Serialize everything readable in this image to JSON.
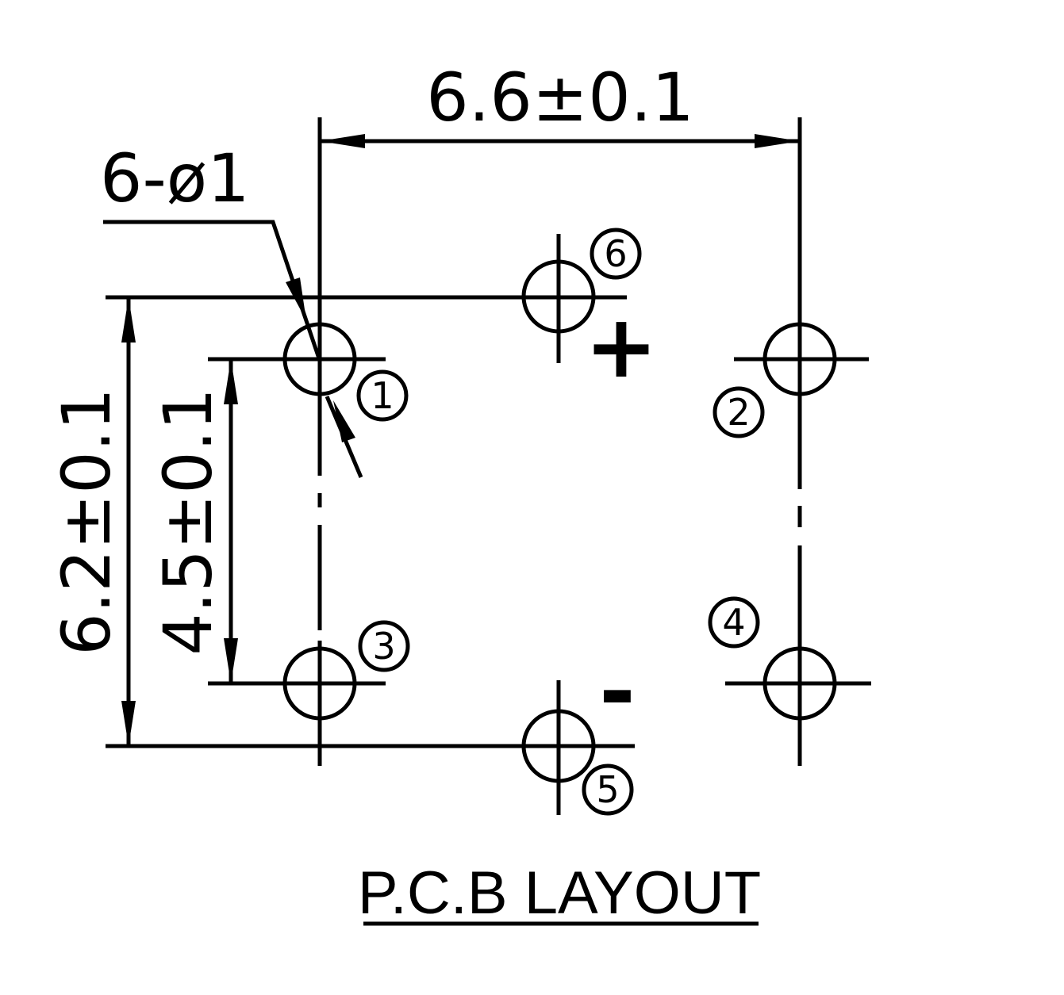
{
  "dimensions": {
    "width_label": "6.6±0.1",
    "hole_label": "6-ø1",
    "outer_height_label": "6.2±0.1",
    "inner_height_label": "4.5±0.1"
  },
  "pins": [
    "1",
    "2",
    "3",
    "4",
    "5",
    "6"
  ],
  "polarity": {
    "plus": "+",
    "minus": "-"
  },
  "title": "P.C.B LAYOUT"
}
